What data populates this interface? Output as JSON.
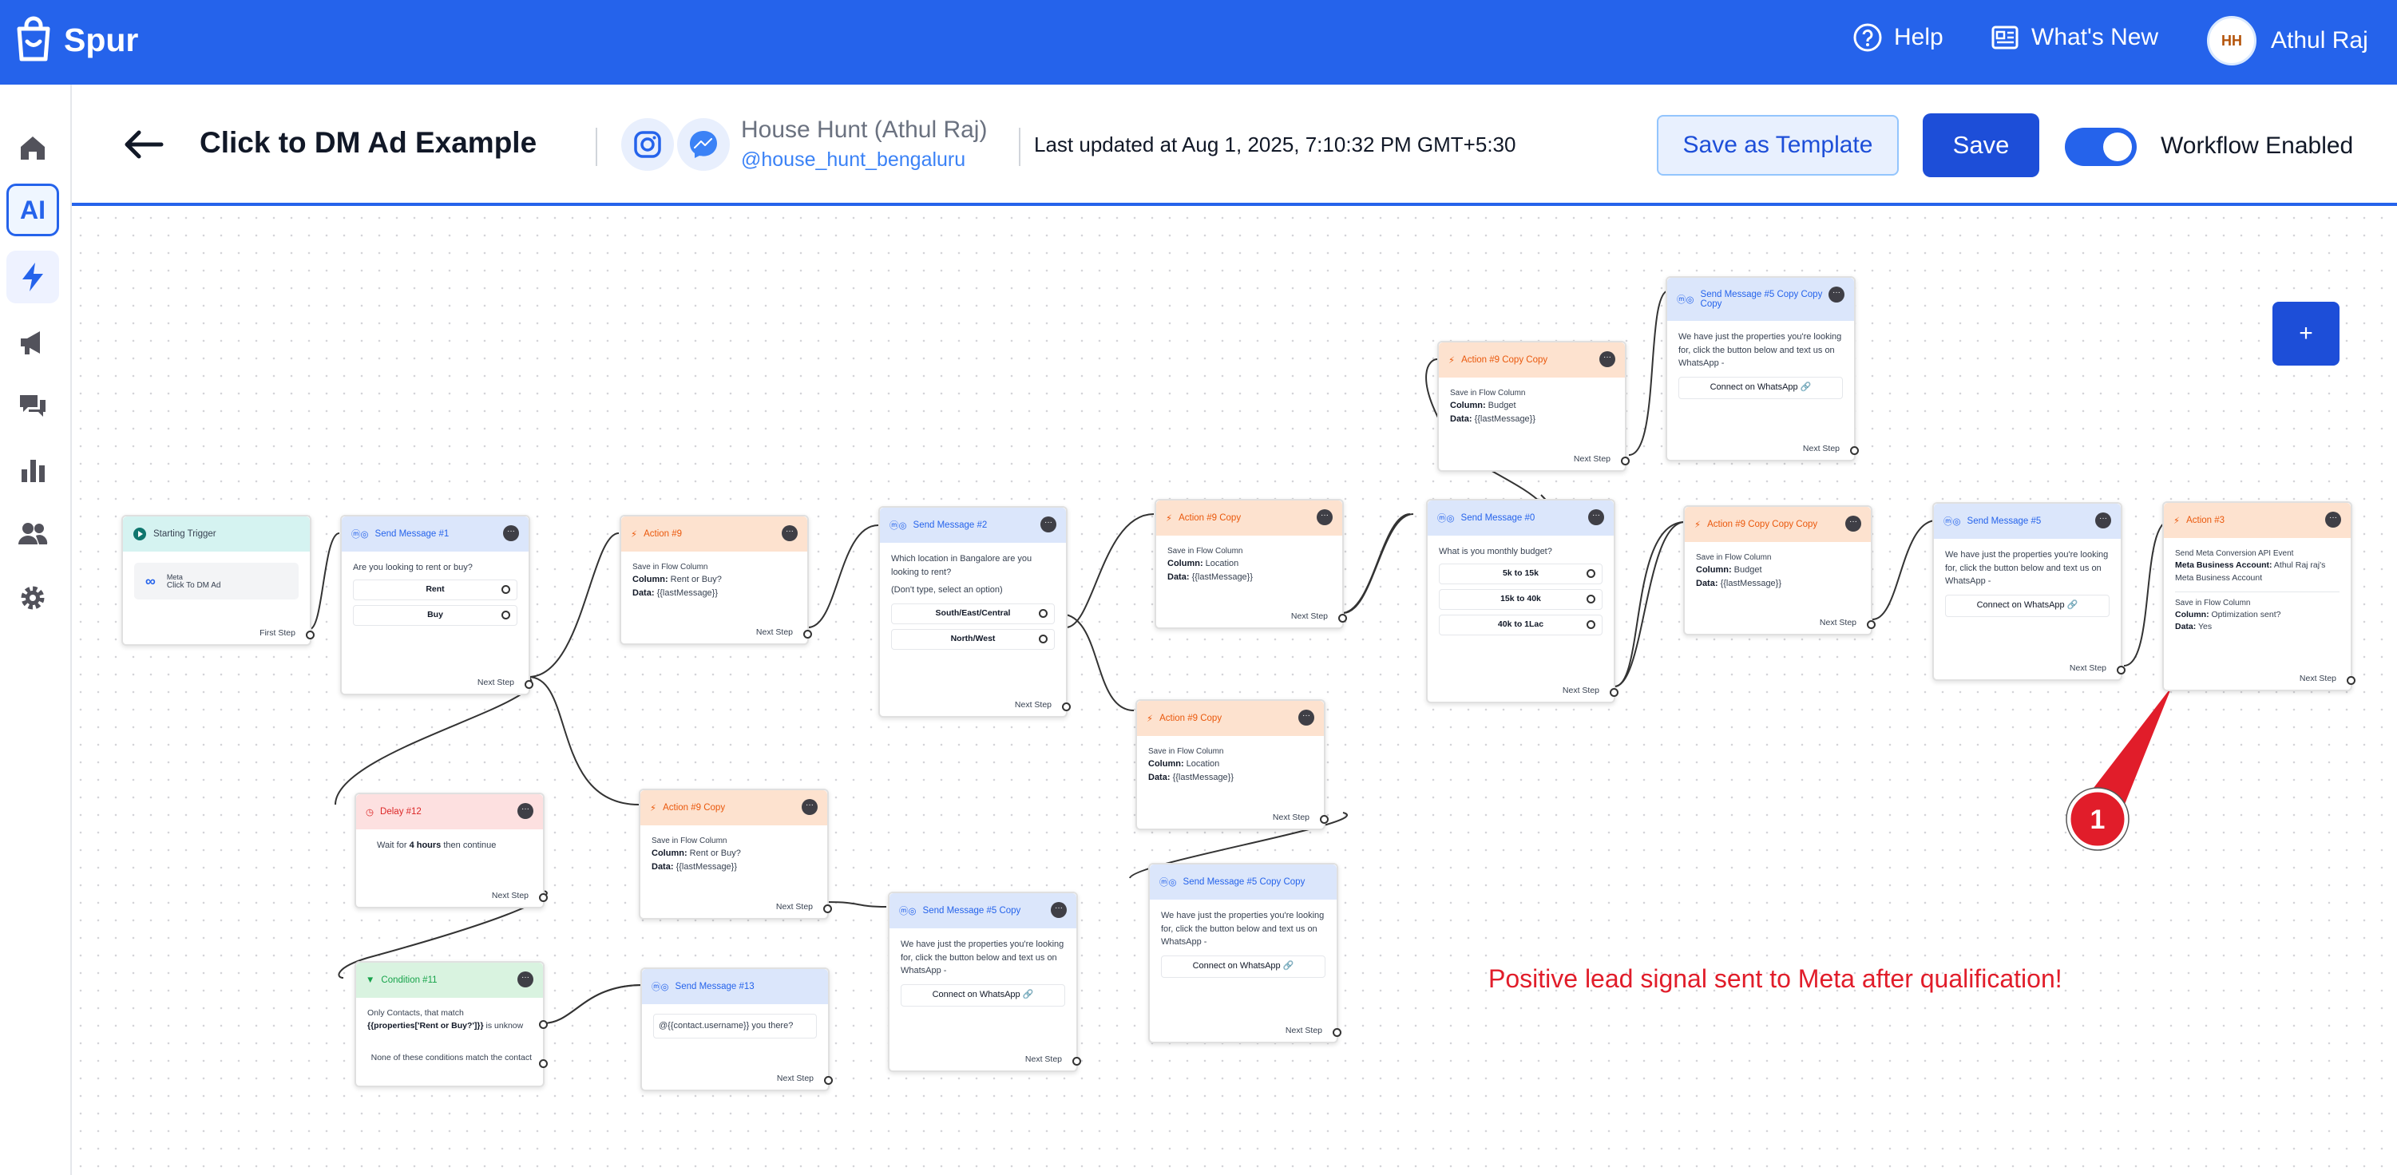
{
  "app": {
    "brand": "Spur"
  },
  "topnav": {
    "help": "Help",
    "whats_new": "What's New",
    "user_name": "Athul Raj",
    "avatar_text": "HH"
  },
  "header": {
    "title": "Click to DM Ad Example",
    "account_name": "House Hunt (Athul Raj)",
    "account_handle": "@house_hunt_bengaluru",
    "last_updated": "Last updated at Aug 1, 2025, 7:10:32 PM GMT+5:30",
    "save_template": "Save as Template",
    "save": "Save",
    "workflow_toggle_label": "Workflow Enabled",
    "workflow_enabled": true
  },
  "sidebar": {
    "items": [
      "home-icon",
      "ai-button",
      "flows-icon",
      "broadcast-icon",
      "chats-icon",
      "analytics-icon",
      "contacts-icon",
      "settings-icon"
    ],
    "ai_label": "AI"
  },
  "canvas": {
    "add_button": "+",
    "annotation": "Positive lead signal sent to Meta after qualification!",
    "badge_number": "1"
  },
  "common": {
    "next_step": "Next Step",
    "connect_whatsapp": "Connect on WhatsApp",
    "save_in_flow_column": "Save in Flow Column",
    "column_label": "Column:",
    "data_label": "Data:",
    "data_value": "{{lastMessage}}",
    "more": "···"
  },
  "nodes": {
    "trigger": {
      "title": "Starting Trigger",
      "source": "Meta",
      "name": "Click To DM Ad",
      "next": "First Step"
    },
    "msg1": {
      "title": "Send Message #1",
      "text": "Are you looking to rent or buy?",
      "options": [
        "Rent",
        "Buy"
      ]
    },
    "action9": {
      "title": "Action #9",
      "column": "Rent or Buy?"
    },
    "msg2": {
      "title": "Send Message #2",
      "text": "Which location in Bangalore are you looking to rent?",
      "hint": "(Don't type, select an option)",
      "options": [
        "South/East/Central",
        "North/West"
      ]
    },
    "action9copy_a": {
      "title": "Action #9 Copy",
      "column": "Location"
    },
    "action9copycopy": {
      "title": "Action #9 Copy Copy",
      "column": "Budget"
    },
    "msg5copycopy": {
      "title": "Send Message #5 Copy Copy Copy",
      "text": "We have just the properties you're looking for, click the button below and text us on WhatsApp -"
    },
    "msg0": {
      "title": "Send Message #0",
      "text": "What is you monthly budget?",
      "options": [
        "5k to 15k",
        "15k to 40k",
        "40k to 1Lac"
      ]
    },
    "action9copycopycopy": {
      "title": "Action #9 Copy Copy Copy",
      "column": "Budget"
    },
    "msg5": {
      "title": "Send Message #5",
      "text": "We have just the properties you're looking for, click the button below and text us on WhatsApp -"
    },
    "action3": {
      "title": "Action #3",
      "event": "Send Meta Conversion API Event",
      "account_label": "Meta Business Account:",
      "account_value": "Athul Raj raj's Meta Business Account",
      "column": "Optimization sent?",
      "data": "Yes"
    },
    "action9copy_b": {
      "title": "Action #9 Copy",
      "column": "Location"
    },
    "action9copy_c": {
      "title": "Action #9 Copy",
      "column": "Rent or Buy?"
    },
    "delay12": {
      "title": "Delay #12",
      "prefix": "Wait for",
      "duration": "4 hours",
      "suffix": "then continue"
    },
    "cond11": {
      "title": "Condition #11",
      "line1": "Only Contacts, that match",
      "line2": "{{properties['Rent or Buy?']}}",
      "line2b": "is unknow",
      "fallback": "None of these conditions match the contact"
    },
    "msg13": {
      "title": "Send Message #13",
      "text": "@{{contact.username}} you there?"
    },
    "msg5copy_a": {
      "title": "Send Message #5 Copy",
      "text": "We have just the properties you're looking for, click the button below and text us on WhatsApp -"
    },
    "msg5copy_b": {
      "title": "Send Message #5 Copy Copy",
      "text": "We have just the properties you're looking for, click the button below and text us on WhatsApp -"
    }
  }
}
